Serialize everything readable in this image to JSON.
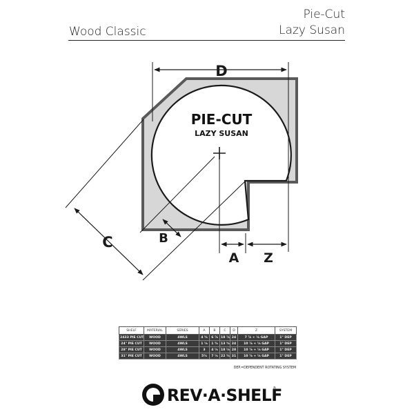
{
  "header": {
    "left_title": "Wood Classic",
    "right_title_line1": "Pie-Cut",
    "right_title_line2": "Lazy Susan"
  },
  "diagram": {
    "title_main": "PIE-CUT",
    "title_sub": "LAZY SUSAN",
    "dimension_labels": {
      "d": "D",
      "c": "C",
      "b": "B",
      "a": "A",
      "z": "Z"
    },
    "colors": {
      "cabinet_fill": "#d7d7d7",
      "cabinet_outline": "#5a5a5a",
      "shelf_fill": "#ffffff",
      "line": "#1a1a1a"
    }
  },
  "spec_table": {
    "columns": [
      "SHELF",
      "MATERIAL",
      "SERIES",
      "A",
      "B",
      "C",
      "D",
      "Z",
      "SYSTEM"
    ],
    "rows": [
      [
        "2433 PIE CUT",
        "WOOD",
        "4WLS",
        "4 ⅝",
        "6 ⅞",
        "18 ⅞",
        "24",
        "7 ⅞ + ⅛ GAP",
        "1\" DEP"
      ],
      [
        "24\" PIE CUT",
        "WOOD",
        "4WLS",
        "1 ⅛",
        "1 ⅝",
        "13 ⅝",
        "24",
        "10 ⅞ + ⅛ GAP",
        "1\" DEP"
      ],
      [
        "28\" PIE CUT",
        "WOOD",
        "4WLS",
        "3",
        "4 ⅛",
        "18 ⅛",
        "28",
        "10 ⅞ + ⅛ GAP",
        "1\" DEP"
      ],
      [
        "31\" PIE CUT",
        "WOOD",
        "4WLS",
        "5⅝",
        "7 ⅛",
        "22 ⅝",
        "31",
        "10 ⅞ + ⅛ GAP",
        "1\" DEP"
      ]
    ],
    "note": "DEP.=DEPENDENT ROTATING SYSTEM"
  },
  "logo": {
    "brand": "REV·A·SHELF",
    "trademark": "®",
    "icon": "rev-a-shelf-logo-icon"
  }
}
